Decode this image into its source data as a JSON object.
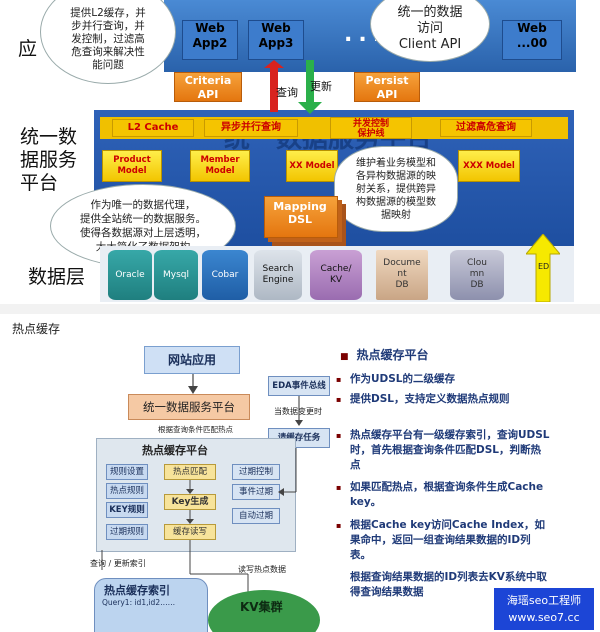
{
  "top": {
    "row_label_app": "应",
    "row_label_platform": "统一数\n据服务\n平台",
    "row_label_data": "数据层",
    "callout_left": "提供L2缓存，并\n步并行查询，并\n发控制，过滤高\n危查询来解决性\n能问题",
    "callout_client": "统一的数据\n访问\nClient API",
    "apps": [
      "Web\nApp2",
      "Web\nApp3",
      "...",
      "Web\n...00"
    ],
    "criteria_api": "Criteria\nAPI",
    "persist_api": "Persist\nAPI",
    "query_label": "查询",
    "update_label": "更新",
    "band_cells": [
      "L2 Cache",
      "异步并行查询",
      "并发控制\n保护线",
      "过滤高危查询"
    ],
    "models": [
      "Product\nModel",
      "Member\nModel",
      "XX Model",
      "XXX Model"
    ],
    "callout_model": "维护着业务模型和\n各异构数据源的映\n射关系，提供跨异\n构数据源的模型数\n据映射",
    "callout_proxy": "作为唯一的数据代理，\n提供全站统一的数据服务。\n使得各数据源对上层透明，\n大大简化了数据架构",
    "mapping": "Mapping\nDSL",
    "datasources": [
      "Oracle",
      "Mysql",
      "Cobar",
      "Search\nEngine",
      "Cache/\nKV",
      "Docume\nnt\nDB",
      "Clou\nmn\nDB",
      "ED"
    ],
    "platform_big_text": "统一数据服务平台"
  },
  "section_title": "热点缓存",
  "diagram": {
    "website_app": "网站应用",
    "unified_platform": "统一数据服务平台",
    "match_note": "根据查询条件匹配热点",
    "eda_bus": "EDA事件总线",
    "data_change": "当数据变更时",
    "clear_task": "请缓存任务",
    "hot_cache_platform": "热点缓存平台",
    "left_items": [
      "规则设置",
      "热点规则",
      "KEY规则",
      "过期规则"
    ],
    "mid_items": [
      "热点匹配",
      "Key生成",
      "缓存读写"
    ],
    "right_items": [
      "过期控制",
      "事件过期",
      "自动过期"
    ],
    "query_update_index": "查询 / 更新索引",
    "rw_hot_data": "读写热点数据",
    "hot_index": "热点缓存索引",
    "query_line": "Query1: id1,id2……",
    "kv_cluster": "KV集群"
  },
  "bullets": {
    "title": "热点缓存平台",
    "items": [
      "作为UDSL的二级缓存",
      "提供DSL，支持定义数据热点规则",
      "热点缓存平台有一级缓存索引，查询UDSL时，首先根据查询条件匹配DSL，判断热点",
      "如果匹配热点，根据查询条件生成Cache key。",
      "根据Cache key访问Cache Index，如果命中，返回一组查询结果数据的ID列表。",
      "根据查询结果数据的ID列表去KV系统中取得查询结果数据"
    ]
  },
  "watermark": {
    "line1": "海瑶seo工程师",
    "line2": "www.seo7.cc"
  }
}
